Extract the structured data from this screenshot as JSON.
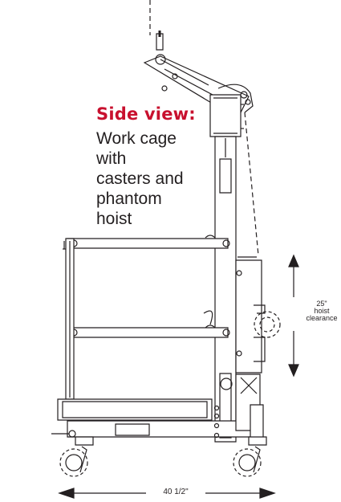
{
  "title": "Side view:",
  "caption_lines": [
    "Work cage with",
    "casters and",
    "phantom hoist"
  ],
  "dimensions": {
    "hoist_clearance": {
      "value": "25\"",
      "label_line1": "hoist",
      "label_line2": "clearance"
    },
    "base_width": {
      "value": "40 1/2\""
    }
  },
  "colors": {
    "title": "#c8102e",
    "line": "#231f20",
    "text": "#231f20"
  }
}
